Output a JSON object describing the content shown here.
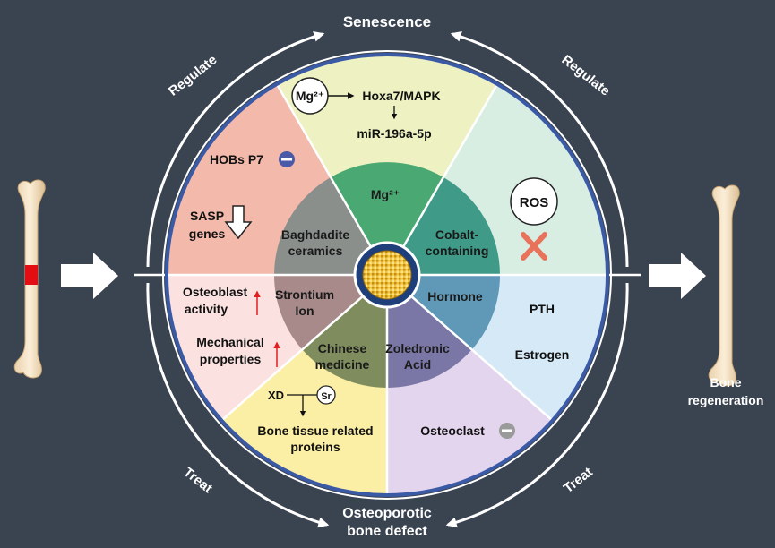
{
  "labels": {
    "top": "Senescence",
    "bottom_line1": "Osteoporotic",
    "bottom_line2": "bone defect",
    "regulate_left": "Regulate",
    "regulate_right": "Regulate",
    "treat_left": "Treat",
    "treat_right": "Treat",
    "bone_regen_line1": "Bone",
    "bone_regen_line2": "regeneration"
  },
  "inner": {
    "baghdadite_line1": "Baghdadite",
    "baghdadite_line2": "ceramics",
    "mg": "Mg²⁺",
    "cobalt_line1": "Cobalt-",
    "cobalt_line2": "containing",
    "hormone": "Hormone",
    "zoledronic_line1": "Zoledronic",
    "zoledronic_line2": "Acid",
    "chinese_line1": "Chinese",
    "chinese_line2": "medicine",
    "strontium_line1": "Strontium",
    "strontium_line2": "Ion"
  },
  "outer": {
    "mg_badge": "Mg²⁺",
    "hoxa": "Hoxa7/MAPK",
    "mir": "miR-196a-5p",
    "ros": "ROS",
    "pth": "PTH",
    "estrogen": "Estrogen",
    "osteoclast": "Osteoclast",
    "xd": "XD",
    "sr": "Sr",
    "bone_proteins_line1": "Bone tissue related",
    "bone_proteins_line2": "proteins",
    "mechanical_line1": "Mechanical",
    "mechanical_line2": "properties",
    "osteoblast_line1": "Osteoblast",
    "osteoblast_line2": "activity",
    "sasp_line1": "SASP",
    "sasp_line2": "genes",
    "hobs": "HOBs P7"
  },
  "colors": {
    "background": "#3a4350",
    "ring_border": "#3b5aa6",
    "slice_regulate_left": "#f5c4b8",
    "slice_mg": "#eef2c2",
    "slice_cobalt": "#d8eee3",
    "slice_hormone": "#d6e9f7",
    "slice_zoledronic": "#e4d5ee",
    "slice_chinese": "#fbeea5",
    "slice_strontium": "#fbe2e0"
  }
}
